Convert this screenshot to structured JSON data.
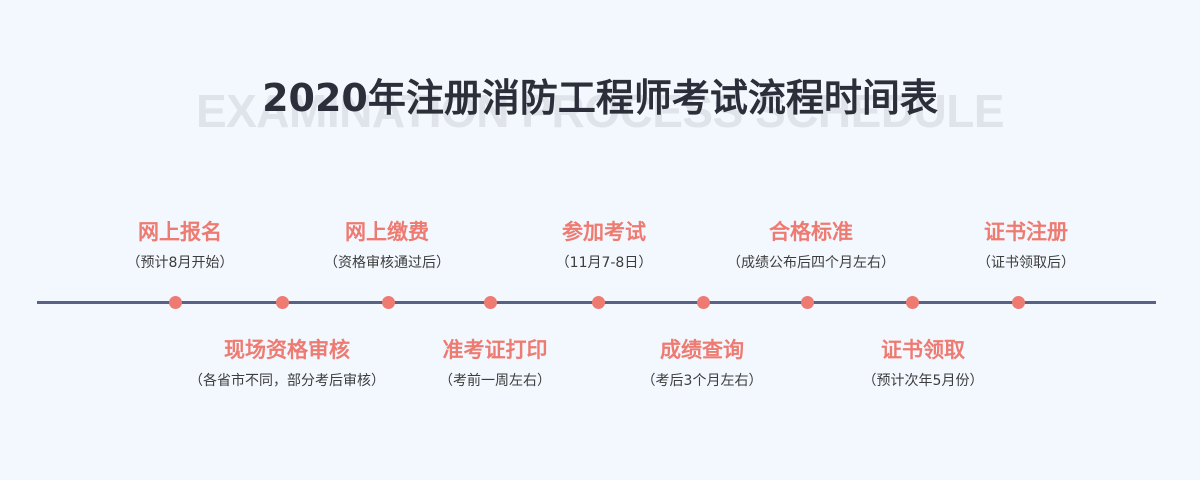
{
  "title": "2020年注册消防工程师考试流程时间表",
  "watermark": "EXAMINATION PROCESS SCHEDULE",
  "colors": {
    "background": "#f3f8fe",
    "timeline": "#5a6187",
    "accent": "#ee7b72",
    "title": "#2c2f3a"
  },
  "top_events": [
    {
      "label": "网上报名",
      "note": "（预计8月开始）"
    },
    {
      "label": "网上缴费",
      "note": "（资格审核通过后）"
    },
    {
      "label": "参加考试",
      "note": "（11月7-8日）"
    },
    {
      "label": "合格标准",
      "note": "（成绩公布后四个月左右）"
    },
    {
      "label": "证书注册",
      "note": "（证书领取后）"
    }
  ],
  "bottom_events": [
    {
      "label": "现场资格审核",
      "note": "（各省市不同，部分考后审核）"
    },
    {
      "label": "准考证打印",
      "note": "（考前一周左右）"
    },
    {
      "label": "成绩查询",
      "note": "（考后3个月左右）"
    },
    {
      "label": "证书领取",
      "note": "（预计次年5月份）"
    }
  ]
}
